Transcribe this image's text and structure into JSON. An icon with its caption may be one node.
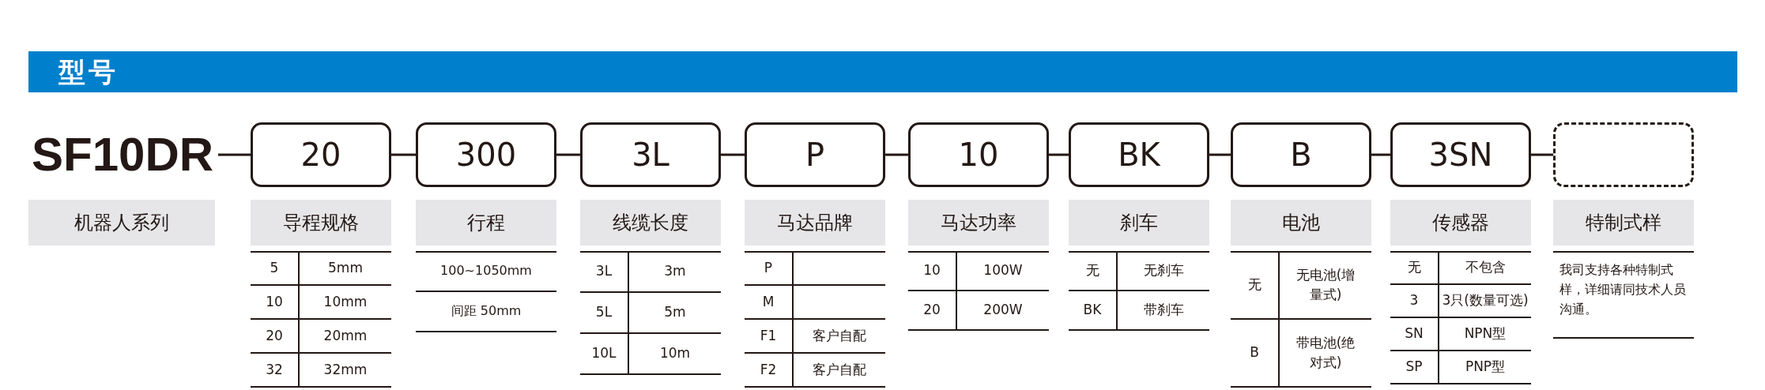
{
  "diagram": {
    "title": "型号",
    "nodes": [
      {
        "text": [
          "SF10DR"
        ]
      },
      {
        "text": [
          "20"
        ]
      },
      {
        "text": [
          "300"
        ]
      },
      {
        "text": [
          "3L"
        ]
      },
      {
        "text": [
          "P"
        ]
      },
      {
        "text": [
          "10"
        ]
      },
      {
        "text": [
          "BK"
        ]
      },
      {
        "text": [
          "B"
        ]
      },
      {
        "text": [
          "3SN"
        ]
      },
      {
        "text": [],
        "shape": "box"
      },
      {
        "text": [
          "机器人系列"
        ]
      },
      {
        "text": [
          "导程规格"
        ]
      },
      {
        "text": [
          "行程"
        ]
      },
      {
        "text": [
          "线缆长度"
        ]
      },
      {
        "text": [
          "马达品牌"
        ]
      },
      {
        "text": [
          "马达功率"
        ]
      },
      {
        "text": [
          "刹车"
        ]
      },
      {
        "text": [
          "电池"
        ]
      },
      {
        "text": [
          "传感器"
        ]
      },
      {
        "text": [
          "特制式样"
        ]
      }
    ],
    "edges": [
      {
        "from": 0,
        "to": 1,
        "arrow": "none"
      },
      {
        "from": 1,
        "to": 2,
        "arrow": "none"
      },
      {
        "from": 2,
        "to": 3,
        "arrow": "none"
      },
      {
        "from": 3,
        "to": 4,
        "arrow": "none"
      },
      {
        "from": 4,
        "to": 5,
        "arrow": "none"
      },
      {
        "from": 5,
        "to": 6,
        "arrow": "none"
      },
      {
        "from": 6,
        "to": 7,
        "arrow": "none"
      },
      {
        "from": 7,
        "to": 8,
        "arrow": "none"
      },
      {
        "from": 8,
        "to": 9,
        "arrow": "none"
      }
    ],
    "labels": [
      "5",
      "5mm",
      "10",
      "10mm",
      "20",
      "20mm",
      "32",
      "32mm",
      "100~1050mm",
      "间距 50mm",
      "3L",
      "3m",
      "5L",
      "5m",
      "10L",
      "10m",
      "P",
      "M",
      "F1",
      "客户自配",
      "F2",
      "客户自配",
      "10",
      "100W",
      "20",
      "200W",
      "无",
      "无刹车",
      "BK",
      "带刹车",
      "无",
      "无电池(增量式)",
      "B",
      "带电池(绝对式)",
      "无",
      "不包含",
      "3",
      "3只(数量可选)",
      "SN",
      "NPN型",
      "SP",
      "PNP型",
      "我司支持各种特制式样，详细请同技术人员沟通。"
    ]
  }
}
